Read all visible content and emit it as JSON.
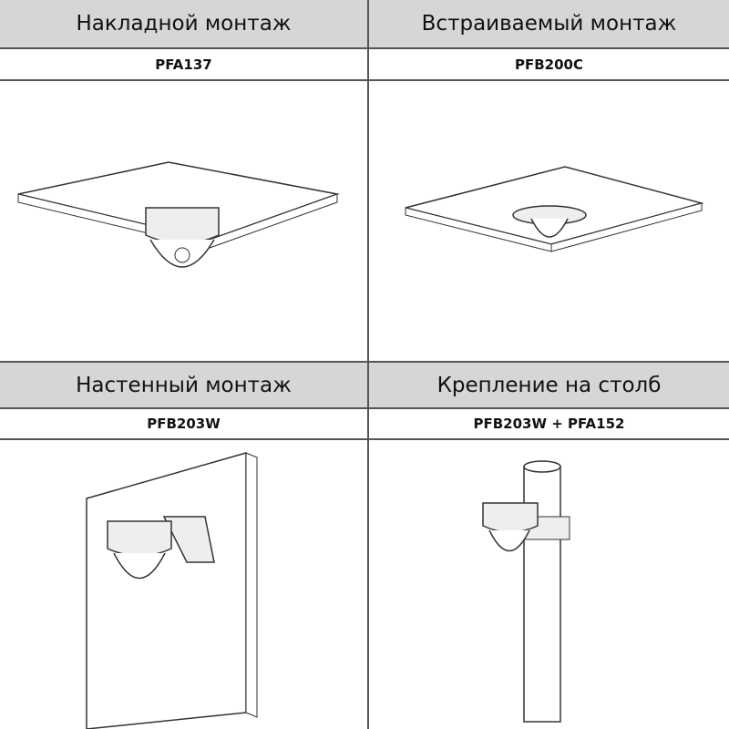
{
  "mounts": [
    {
      "title": "Накладной монтаж",
      "model": "PFA137"
    },
    {
      "title": "Встраиваемый монтаж",
      "model": "PFB200C"
    },
    {
      "title": "Настенный монтаж",
      "model": "PFB203W"
    },
    {
      "title": "Крепление на столб",
      "model": "PFB203W + PFA152"
    }
  ]
}
